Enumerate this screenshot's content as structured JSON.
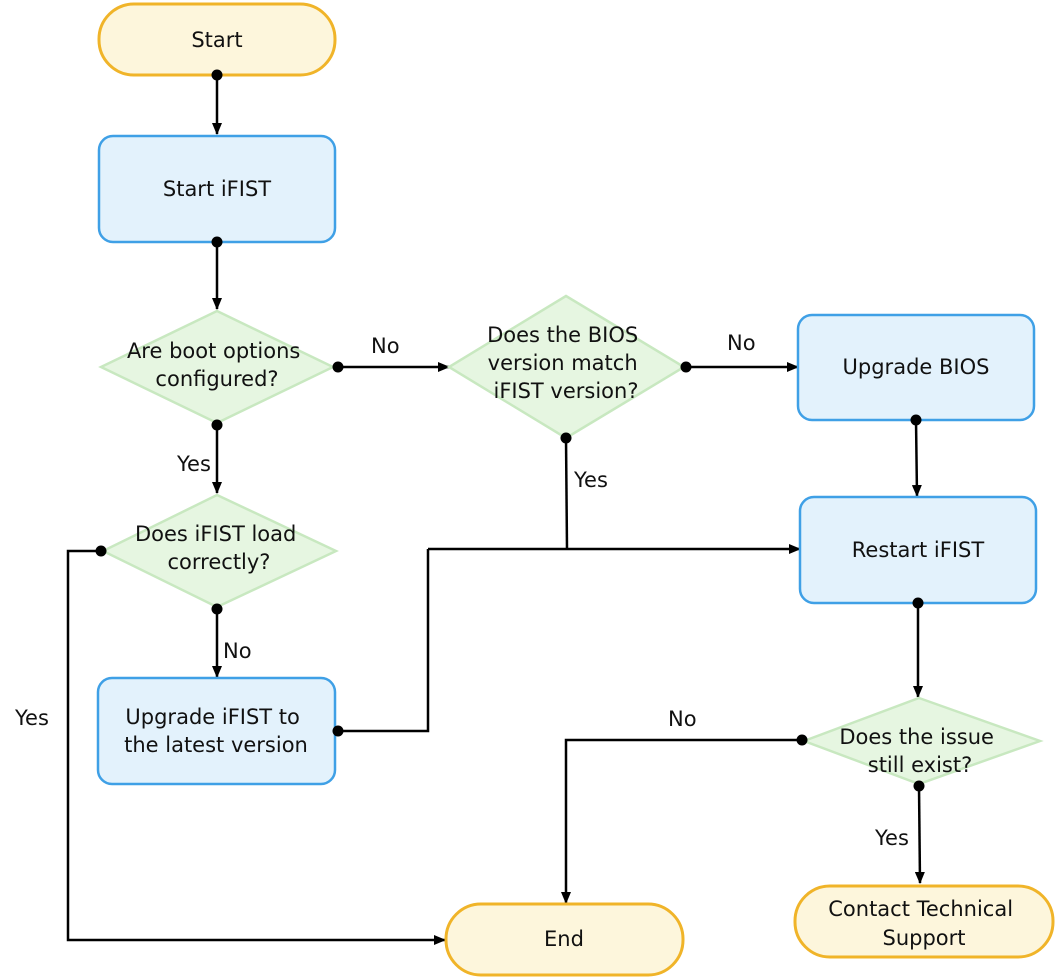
{
  "nodes": {
    "start": {
      "label": [
        "Start"
      ],
      "kind": "terminal"
    },
    "start_ifist": {
      "label": [
        "Start iFIST"
      ],
      "kind": "process"
    },
    "boot_options": {
      "label": [
        "Are boot options",
        "configured?"
      ],
      "kind": "decision"
    },
    "bios_match": {
      "label": [
        "Does the BIOS",
        "version match",
        "iFIST version?"
      ],
      "kind": "decision"
    },
    "upgrade_bios": {
      "label": [
        "Upgrade BIOS"
      ],
      "kind": "process"
    },
    "ifist_load": {
      "label": [
        "Does iFIST load",
        "correctly?"
      ],
      "kind": "decision"
    },
    "restart_ifist": {
      "label": [
        "Restart iFIST"
      ],
      "kind": "process"
    },
    "upgrade_ifist": {
      "label": [
        "Upgrade iFIST to",
        "the latest version"
      ],
      "kind": "process"
    },
    "issue_exist": {
      "label": [
        "Does the issue",
        "still exist?"
      ],
      "kind": "decision"
    },
    "end": {
      "label": [
        "End"
      ],
      "kind": "terminal"
    },
    "contact_support": {
      "label": [
        "Contact Technical",
        "Support"
      ],
      "kind": "terminal"
    }
  },
  "edges": {
    "boot_no": "No",
    "bios_no": "No",
    "boot_yes": "Yes",
    "bios_yes": "Yes",
    "load_no": "No",
    "load_yes": "Yes",
    "issue_no": "No",
    "issue_yes": "Yes"
  },
  "colors": {
    "terminal_fill": "#fdf6dc",
    "terminal_stroke": "#f0b429",
    "process_fill": "#e3f2fc",
    "process_stroke": "#3fa0e6",
    "decision_fill": "#e6f6e1",
    "decision_stroke": "#c8e8c0",
    "line": "#000000"
  }
}
